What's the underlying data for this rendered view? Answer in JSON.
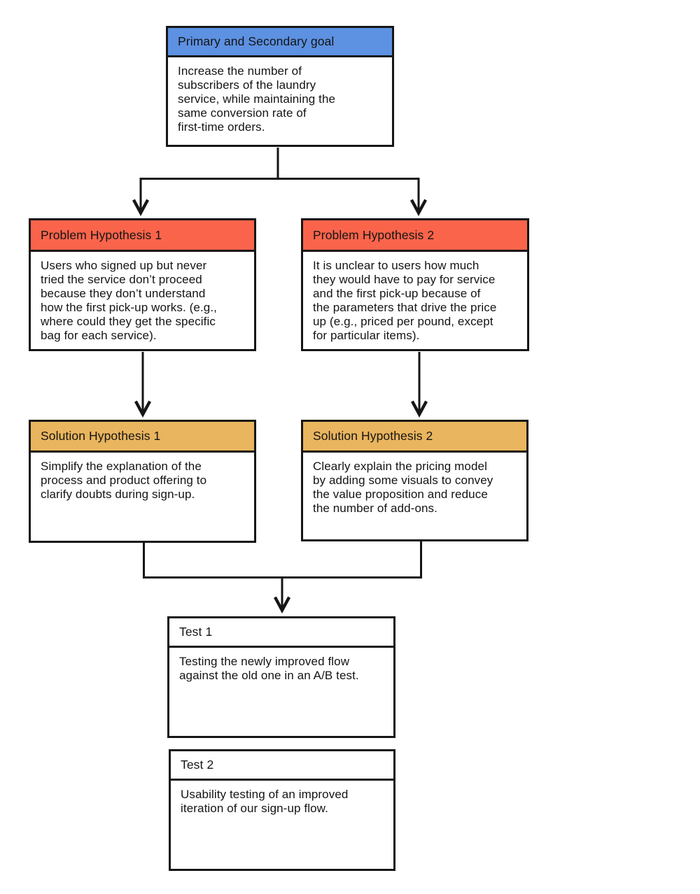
{
  "diagram": {
    "type": "flowchart",
    "nodes": {
      "goal": {
        "title": "Primary and Secondary goal",
        "body": "Increase the number of\nsubscribers of the laundry\nservice, while maintaining the\nsame conversion rate of\nfirst-time orders.",
        "header_color": "#5D91E2"
      },
      "ph1": {
        "title": "Problem Hypothesis 1",
        "body": "Users who signed up but never\ntried the service don’t proceed\nbecause they don’t understand\nhow the first pick-up works. (e.g.,\nwhere could they get the specific\nbag for each service).",
        "header_color": "#FA644B"
      },
      "ph2": {
        "title": "Problem Hypothesis 2",
        "body": "It is unclear to users how much\nthey would have to pay for service\nand the first pick-up because of\nthe parameters that drive the price\nup (e.g., priced per pound, except\nfor particular items).",
        "header_color": "#FA644B"
      },
      "sh1": {
        "title": "Solution Hypothesis 1",
        "body": "Simplify the explanation of the\nprocess and product offering to\nclarify doubts during sign-up.",
        "header_color": "#E9B55E"
      },
      "sh2": {
        "title": "Solution Hypothesis 2",
        "body": "Clearly explain the pricing model\nby adding some visuals to convey\nthe value proposition and reduce\nthe number of add-ons.",
        "header_color": "#E9B55E"
      },
      "test1": {
        "title": "Test 1",
        "body": "Testing the newly improved flow\nagainst the old one in an A/B test.",
        "header_color": "#FFFFFF"
      },
      "test2": {
        "title": "Test 2",
        "body": "Usability testing of an improved\niteration of our sign-up flow.",
        "header_color": "#FFFFFF"
      }
    },
    "edges": [
      {
        "from": "goal",
        "to": "ph1"
      },
      {
        "from": "goal",
        "to": "ph2"
      },
      {
        "from": "ph1",
        "to": "sh1"
      },
      {
        "from": "ph2",
        "to": "sh2"
      },
      {
        "from": "sh1",
        "to": "test1"
      },
      {
        "from": "sh2",
        "to": "test1"
      }
    ],
    "colors": {
      "goal_header": "#5D91E2",
      "problem_header": "#FA644B",
      "solution_header": "#E9B55E",
      "test_header": "#FFFFFF",
      "line": "#161616",
      "background": "#FFFFFF"
    }
  }
}
